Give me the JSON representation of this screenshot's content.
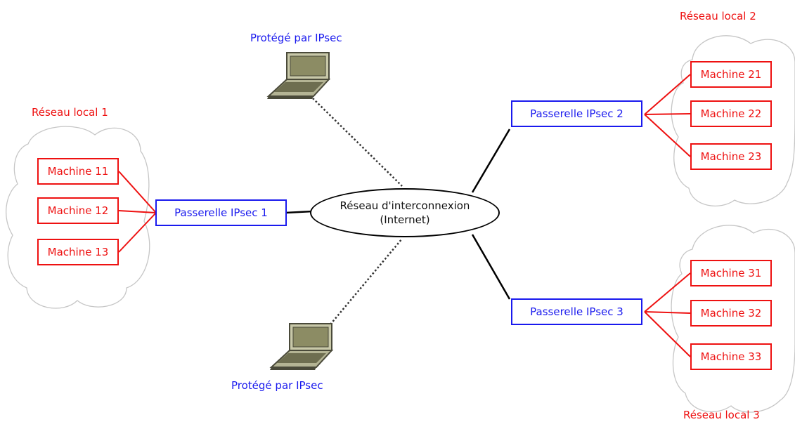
{
  "hub": {
    "line1": "Réseau d'interconnexion",
    "line2": "(Internet)"
  },
  "laptops": [
    {
      "label": "Protégé par IPsec"
    },
    {
      "label": "Protégé par IPsec"
    }
  ],
  "networks": [
    {
      "label": "Réseau local 1",
      "gateway": "Passerelle IPsec 1",
      "machines": [
        "Machine 11",
        "Machine 12",
        "Machine 13"
      ]
    },
    {
      "label": "Réseau local 2",
      "gateway": "Passerelle IPsec 2",
      "machines": [
        "Machine 21",
        "Machine 22",
        "Machine 23"
      ]
    },
    {
      "label": "Réseau local 3",
      "gateway": "Passerelle IPsec 3",
      "machines": [
        "Machine 31",
        "Machine 32",
        "Machine 33"
      ]
    }
  ],
  "colors": {
    "lan": "#ee1111",
    "gateway": "#1a1aee",
    "link": "#000000",
    "cloud": "#c8c8c8"
  }
}
